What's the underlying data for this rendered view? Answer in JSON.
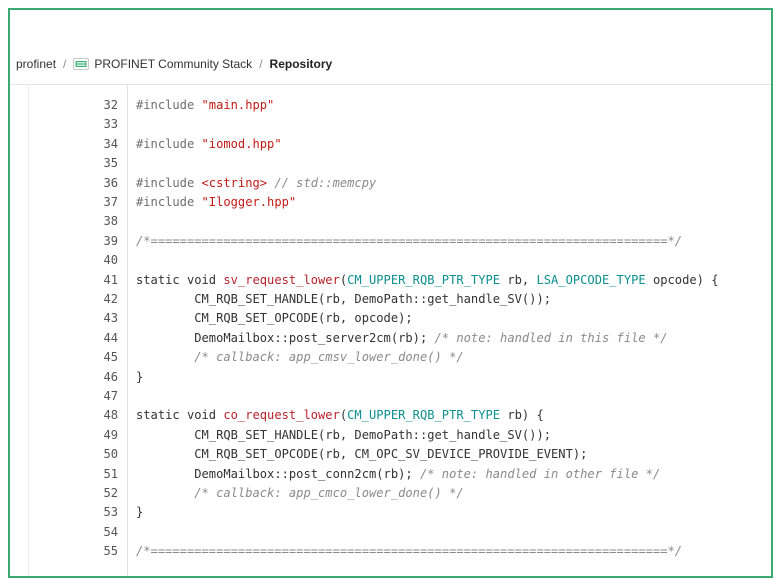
{
  "breadcrumb": {
    "root": "profinet",
    "separator": "/",
    "project": "PROFINET Community Stack",
    "project_icon": "project-icon",
    "current": "Repository"
  },
  "colors": {
    "frame_border": "#3aaa73",
    "string": "#c41a16",
    "function": "#b8232b",
    "type": "#0c8f8f",
    "comment": "#8a8a8a"
  },
  "code": {
    "lines": [
      {
        "n": "32",
        "tokens": [
          {
            "t": "#include ",
            "c": "pp"
          },
          {
            "t": "\"main.hpp\"",
            "c": "str"
          }
        ]
      },
      {
        "n": "33",
        "tokens": []
      },
      {
        "n": "34",
        "tokens": [
          {
            "t": "#include ",
            "c": "pp"
          },
          {
            "t": "\"iomod.hpp\"",
            "c": "str"
          }
        ]
      },
      {
        "n": "35",
        "tokens": []
      },
      {
        "n": "36",
        "tokens": [
          {
            "t": "#include ",
            "c": "pp"
          },
          {
            "t": "<cstring>",
            "c": "str"
          },
          {
            "t": " // std::memcpy",
            "c": "cm"
          }
        ]
      },
      {
        "n": "37",
        "tokens": [
          {
            "t": "#include ",
            "c": "pp"
          },
          {
            "t": "\"Ilogger.hpp\"",
            "c": "str"
          }
        ]
      },
      {
        "n": "38",
        "tokens": []
      },
      {
        "n": "39",
        "tokens": [
          {
            "t": "/*=======================================================================*/",
            "c": "cm"
          }
        ]
      },
      {
        "n": "40",
        "tokens": []
      },
      {
        "n": "41",
        "tokens": [
          {
            "t": "static void ",
            "c": "kw"
          },
          {
            "t": "sv_request_lower",
            "c": "fn"
          },
          {
            "t": "(",
            "c": "plain"
          },
          {
            "t": "CM_UPPER_RQB_PTR_TYPE",
            "c": "type"
          },
          {
            "t": " rb, ",
            "c": "plain"
          },
          {
            "t": "LSA_OPCODE_TYPE",
            "c": "type"
          },
          {
            "t": " opcode) {",
            "c": "plain"
          }
        ]
      },
      {
        "n": "42",
        "tokens": [
          {
            "t": "        CM_RQB_SET_HANDLE(rb, DemoPath::get_handle_SV());",
            "c": "plain"
          }
        ]
      },
      {
        "n": "43",
        "tokens": [
          {
            "t": "        CM_RQB_SET_OPCODE(rb, opcode);",
            "c": "plain"
          }
        ]
      },
      {
        "n": "44",
        "tokens": [
          {
            "t": "        DemoMailbox::post_server2cm(rb); ",
            "c": "plain"
          },
          {
            "t": "/* note: handled in this file */",
            "c": "cm"
          }
        ]
      },
      {
        "n": "45",
        "tokens": [
          {
            "t": "        /* callback: app_cmsv_lower_done() */",
            "c": "cm"
          }
        ]
      },
      {
        "n": "46",
        "tokens": [
          {
            "t": "}",
            "c": "plain"
          }
        ]
      },
      {
        "n": "47",
        "tokens": []
      },
      {
        "n": "48",
        "tokens": [
          {
            "t": "static void ",
            "c": "kw"
          },
          {
            "t": "co_request_lower",
            "c": "fn"
          },
          {
            "t": "(",
            "c": "plain"
          },
          {
            "t": "CM_UPPER_RQB_PTR_TYPE",
            "c": "type"
          },
          {
            "t": " rb) {",
            "c": "plain"
          }
        ]
      },
      {
        "n": "49",
        "tokens": [
          {
            "t": "        CM_RQB_SET_HANDLE(rb, DemoPath::get_handle_SV());",
            "c": "plain"
          }
        ]
      },
      {
        "n": "50",
        "tokens": [
          {
            "t": "        CM_RQB_SET_OPCODE(rb, CM_OPC_SV_DEVICE_PROVIDE_EVENT);",
            "c": "plain"
          }
        ]
      },
      {
        "n": "51",
        "tokens": [
          {
            "t": "        DemoMailbox::post_conn2cm(rb); ",
            "c": "plain"
          },
          {
            "t": "/* note: handled in other file */",
            "c": "cm"
          }
        ]
      },
      {
        "n": "52",
        "tokens": [
          {
            "t": "        /* callback: app_cmco_lower_done() */",
            "c": "cm"
          }
        ]
      },
      {
        "n": "53",
        "tokens": [
          {
            "t": "}",
            "c": "plain"
          }
        ]
      },
      {
        "n": "54",
        "tokens": []
      },
      {
        "n": "55",
        "tokens": [
          {
            "t": "/*=======================================================================*/",
            "c": "cm"
          }
        ]
      }
    ]
  }
}
